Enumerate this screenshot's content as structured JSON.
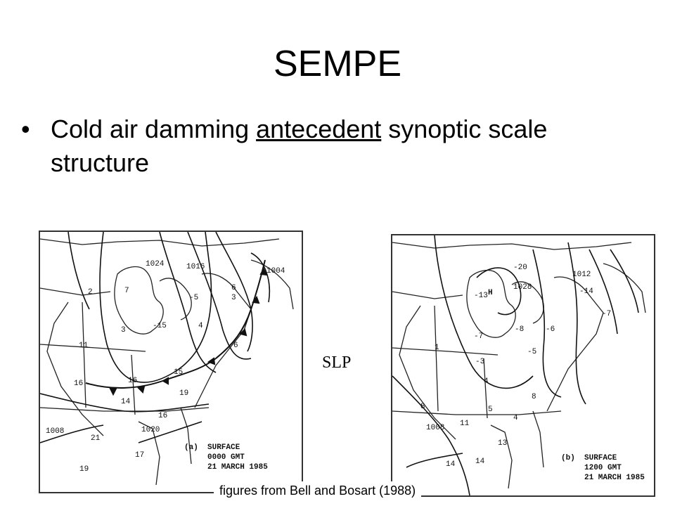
{
  "slide": {
    "title": "SEMPE",
    "bullet_marker": "•",
    "bullet_before": "Cold air damming ",
    "bullet_underlined": "antecedent",
    "bullet_after": " synoptic scale structure"
  },
  "map_a": {
    "caption_line1": "(a)  SURFACE",
    "caption_line2": "     0000 GMT",
    "caption_line3": "     21 MARCH 1985",
    "isobars": [
      "1024",
      "1016",
      "1004",
      "1008",
      "1020"
    ],
    "temperatures": [
      "2",
      "7",
      "-5",
      "6",
      "3",
      "3",
      "-15",
      "4",
      "11",
      "6",
      "16",
      "16",
      "15",
      "19",
      "14",
      "16",
      "21",
      "17",
      "19"
    ]
  },
  "map_b": {
    "caption_line1": "(b)  SURFACE",
    "caption_line2": "     1200 GMT",
    "caption_line3": "     21 MARCH 1985",
    "high_label": "H",
    "isobars": [
      "1028",
      "1012",
      "1008"
    ],
    "temperatures": [
      "-20",
      "-13",
      "-14",
      "-7",
      "-7",
      "-8",
      "-6",
      "-5",
      "1",
      "-3",
      "4",
      "8",
      "8",
      "5",
      "4",
      "11",
      "13",
      "14",
      "14"
    ]
  },
  "slp_label": "SLP",
  "credit": "figures from Bell and Bosart (1988)"
}
